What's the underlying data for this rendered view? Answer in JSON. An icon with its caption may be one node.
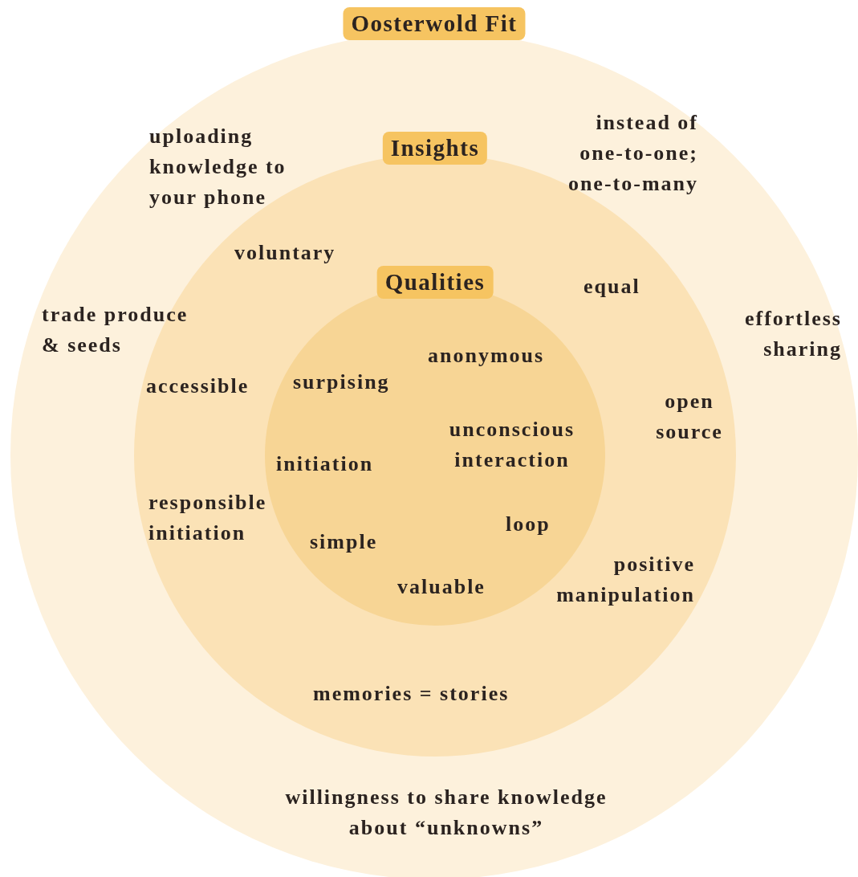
{
  "diagram": {
    "nodes": [
      {
        "text": [
          "Oosterwold Fit"
        ]
      },
      {
        "text": [
          "Insights"
        ],
        "in": 0
      },
      {
        "text": [
          "Qualities"
        ],
        "in": 1
      }
    ],
    "labels": [
      "instead of one-to-one; one-to-many",
      "uploading knowledge to your phone",
      "voluntary",
      "equal",
      "trade produce & seeds",
      "effortless sharing",
      "anonymous",
      "surpising",
      "accessible",
      "open source",
      "unconscious interaction",
      "initiation",
      "responsible initiation",
      "loop",
      "simple",
      "positive manipulation",
      "valuable",
      "memories = stories",
      "willingness to share knowledge about “unknowns”"
    ]
  }
}
